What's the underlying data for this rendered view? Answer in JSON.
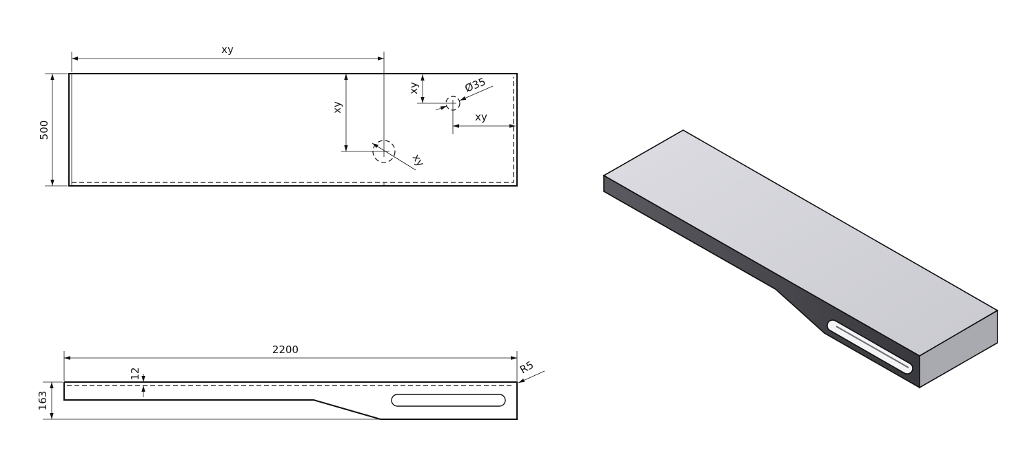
{
  "top_view": {
    "dim_hole_offset_x": "xy",
    "dim_hole_offset_y": "xy",
    "dim_hole_diameter": "xy",
    "dim_small_hole_y": "xy",
    "dim_small_hole_x": "xy",
    "dim_small_hole_diameter": "Ø35",
    "dim_width": "500"
  },
  "side_view": {
    "dim_length": "2200",
    "dim_thickness": "12",
    "dim_height": "163",
    "dim_radius": "R5"
  },
  "colors": {
    "line": "#111111",
    "top_face": "#d6d6dc",
    "front_face": "#3f3f45",
    "end_face": "#a9a9b0"
  }
}
